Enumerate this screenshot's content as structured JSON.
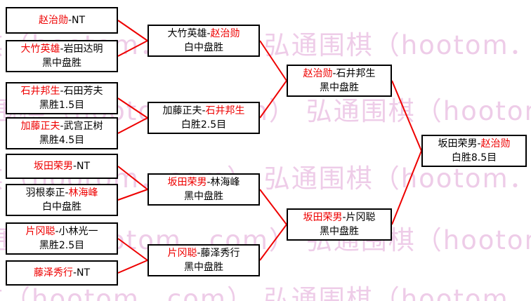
{
  "colors": {
    "accent": "#ee0000",
    "watermark": "#eeccе8",
    "watermark_fix": "#eecce8",
    "box_border": "#000000",
    "text": "#000000"
  },
  "watermark": {
    "text": "弘通围棋（hootom．com）",
    "color": "#eecce8"
  },
  "separator": "-",
  "rounds": {
    "r1": [
      {
        "p1": "赵治勋",
        "p2": "NT",
        "p1_red": true,
        "p2_red": false,
        "result": ""
      },
      {
        "p1": "大竹英雄",
        "p2": "岩田达明",
        "p1_red": true,
        "p2_red": false,
        "result": "黑中盘胜"
      },
      {
        "p1": "石井邦生",
        "p2": "石田芳夫",
        "p1_red": true,
        "p2_red": false,
        "result": "黑胜1.5目"
      },
      {
        "p1": "加藤正夫",
        "p2": "武宫正树",
        "p1_red": true,
        "p2_red": false,
        "result": "黑胜4.5目"
      },
      {
        "p1": "坂田荣男",
        "p2": "NT",
        "p1_red": true,
        "p2_red": false,
        "result": ""
      },
      {
        "p1": "羽根泰正",
        "p2": "林海峰",
        "p1_red": false,
        "p2_red": true,
        "result": "白中盘胜"
      },
      {
        "p1": "片冈聪",
        "p2": "小林光一",
        "p1_red": true,
        "p2_red": false,
        "result": "黑胜2.5目"
      },
      {
        "p1": "藤泽秀行",
        "p2": "NT",
        "p1_red": true,
        "p2_red": false,
        "result": ""
      }
    ],
    "r2": [
      {
        "p1": "大竹英雄",
        "p2": "赵治勋",
        "p1_red": false,
        "p2_red": true,
        "result": "白中盘胜"
      },
      {
        "p1": "加藤正夫",
        "p2": "石井邦生",
        "p1_red": false,
        "p2_red": true,
        "result": "白胜2.5目"
      },
      {
        "p1": "坂田荣男",
        "p2": "林海峰",
        "p1_red": true,
        "p2_red": false,
        "result": "黑中盘胜"
      },
      {
        "p1": "片冈聪",
        "p2": "藤泽秀行",
        "p1_red": true,
        "p2_red": false,
        "result": "黑中盘胜"
      }
    ],
    "sf": [
      {
        "p1": "赵治勋",
        "p2": "石井邦生",
        "p1_red": true,
        "p2_red": false,
        "result": "黑中盘胜"
      },
      {
        "p1": "坂田荣男",
        "p2": "片冈聪",
        "p1_red": true,
        "p2_red": false,
        "result": "黑中盘胜"
      }
    ],
    "f": [
      {
        "p1": "坂田荣男",
        "p2": "赵治勋",
        "p1_red": false,
        "p2_red": true,
        "result": "白胜8.5目"
      }
    ]
  }
}
